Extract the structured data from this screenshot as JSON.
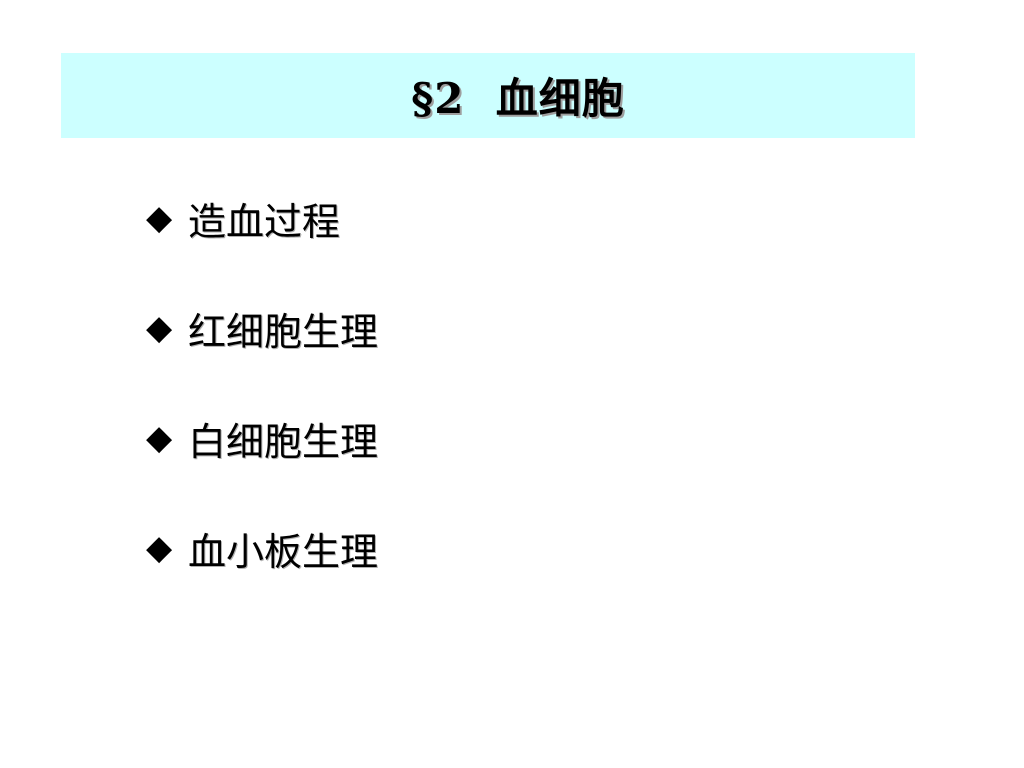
{
  "slide": {
    "title": "§2  血细胞",
    "bullet_glyph": "◆",
    "bullets": [
      {
        "text": "造血过程"
      },
      {
        "text": "红细胞生理"
      },
      {
        "text": "白细胞生理"
      },
      {
        "text": "血小板生理"
      }
    ]
  },
  "colors": {
    "title_band": "#ccffff",
    "text": "#000000",
    "background": "#ffffff"
  }
}
